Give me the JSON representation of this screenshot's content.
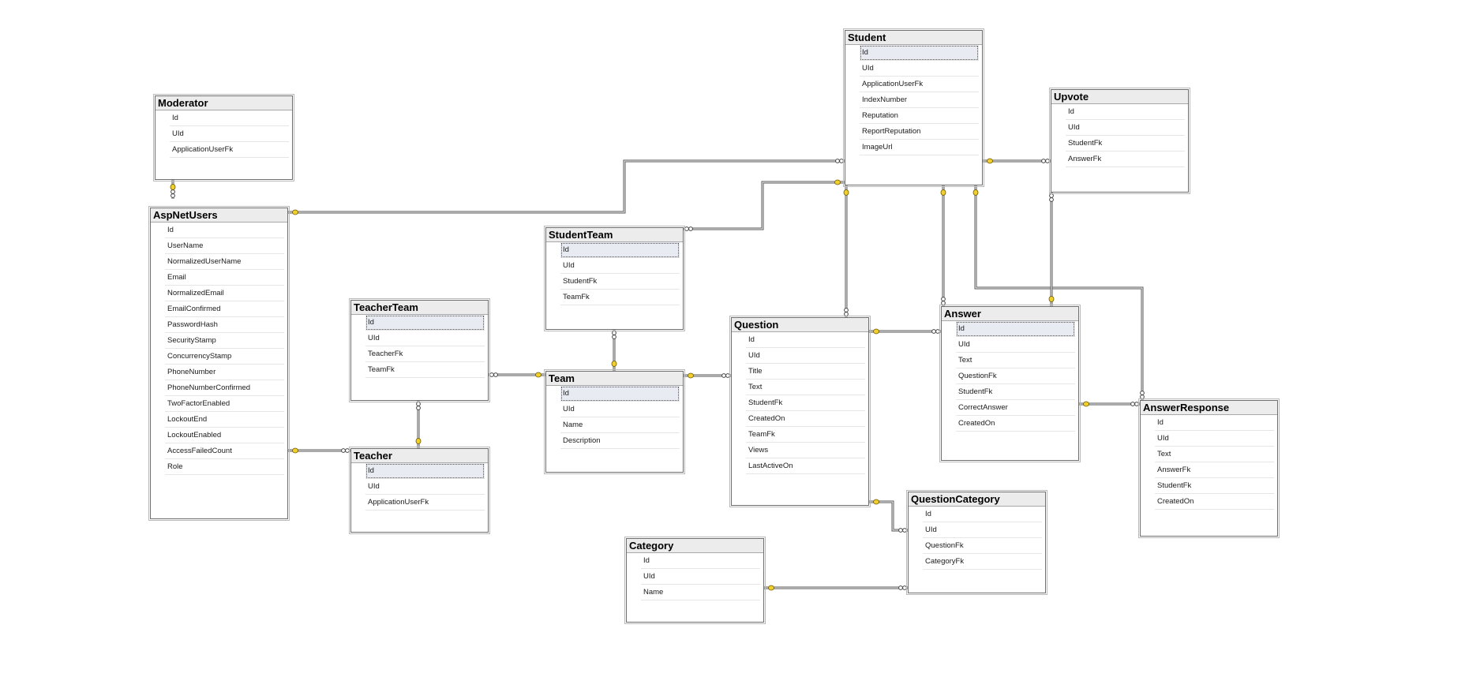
{
  "diagram": {
    "tables": [
      {
        "id": "student",
        "name": "Student",
        "columns": [
          "Id",
          "UId",
          "ApplicationUserFk",
          "IndexNumber",
          "Reputation",
          "ReportReputation",
          "ImageUrl"
        ]
      },
      {
        "id": "upvote",
        "name": "Upvote",
        "columns": [
          "Id",
          "UId",
          "StudentFk",
          "AnswerFk"
        ]
      },
      {
        "id": "moderator",
        "name": "Moderator",
        "columns": [
          "Id",
          "UId",
          "ApplicationUserFk"
        ]
      },
      {
        "id": "aspnetusers",
        "name": "AspNetUsers",
        "columns": [
          "Id",
          "UserName",
          "NormalizedUserName",
          "Email",
          "NormalizedEmail",
          "EmailConfirmed",
          "PasswordHash",
          "SecurityStamp",
          "ConcurrencyStamp",
          "PhoneNumber",
          "PhoneNumberConfirmed",
          "TwoFactorEnabled",
          "LockoutEnd",
          "LockoutEnabled",
          "AccessFailedCount",
          "Role"
        ]
      },
      {
        "id": "studentteam",
        "name": "StudentTeam",
        "columns": [
          "Id",
          "UId",
          "StudentFk",
          "TeamFk"
        ]
      },
      {
        "id": "teacherteam",
        "name": "TeacherTeam",
        "columns": [
          "Id",
          "UId",
          "TeacherFk",
          "TeamFk"
        ]
      },
      {
        "id": "team",
        "name": "Team",
        "columns": [
          "Id",
          "UId",
          "Name",
          "Description"
        ]
      },
      {
        "id": "question",
        "name": "Question",
        "columns": [
          "Id",
          "UId",
          "Title",
          "Text",
          "StudentFk",
          "CreatedOn",
          "TeamFk",
          "Views",
          "LastActiveOn"
        ]
      },
      {
        "id": "answer",
        "name": "Answer",
        "columns": [
          "Id",
          "UId",
          "Text",
          "QuestionFk",
          "StudentFk",
          "CorrectAnswer",
          "CreatedOn"
        ]
      },
      {
        "id": "teacher",
        "name": "Teacher",
        "columns": [
          "Id",
          "UId",
          "ApplicationUserFk"
        ]
      },
      {
        "id": "answerresponse",
        "name": "AnswerResponse",
        "columns": [
          "Id",
          "UId",
          "Text",
          "AnswerFk",
          "StudentFk",
          "CreatedOn"
        ]
      },
      {
        "id": "questioncategory",
        "name": "QuestionCategory",
        "columns": [
          "Id",
          "UId",
          "QuestionFk",
          "CategoryFk"
        ]
      },
      {
        "id": "category",
        "name": "Category",
        "columns": [
          "Id",
          "UId",
          "Name"
        ]
      }
    ],
    "relationships": [
      {
        "from": "moderator",
        "to": "aspnetusers"
      },
      {
        "from": "student",
        "to": "aspnetusers"
      },
      {
        "from": "studentteam",
        "to": "student"
      },
      {
        "from": "upvote",
        "to": "student"
      },
      {
        "from": "question",
        "to": "student"
      },
      {
        "from": "answer",
        "to": "student"
      },
      {
        "from": "answerresponse",
        "to": "student"
      },
      {
        "from": "upvote",
        "to": "answer"
      },
      {
        "from": "answer",
        "to": "question"
      },
      {
        "from": "answerresponse",
        "to": "answer"
      },
      {
        "from": "question",
        "to": "team"
      },
      {
        "from": "studentteam",
        "to": "team"
      },
      {
        "from": "teacherteam",
        "to": "team"
      },
      {
        "from": "teacherteam",
        "to": "teacher"
      },
      {
        "from": "teacher",
        "to": "aspnetusers"
      },
      {
        "from": "questioncategory",
        "to": "question"
      },
      {
        "from": "questioncategory",
        "to": "category"
      }
    ],
    "colors": {
      "key": "#f2d02c",
      "line": "#4a4a4a",
      "header": "#ececec"
    },
    "icons": {
      "primary_key": "key-icon",
      "one_end": "key-icon",
      "many_end": "infinity-icon"
    }
  }
}
